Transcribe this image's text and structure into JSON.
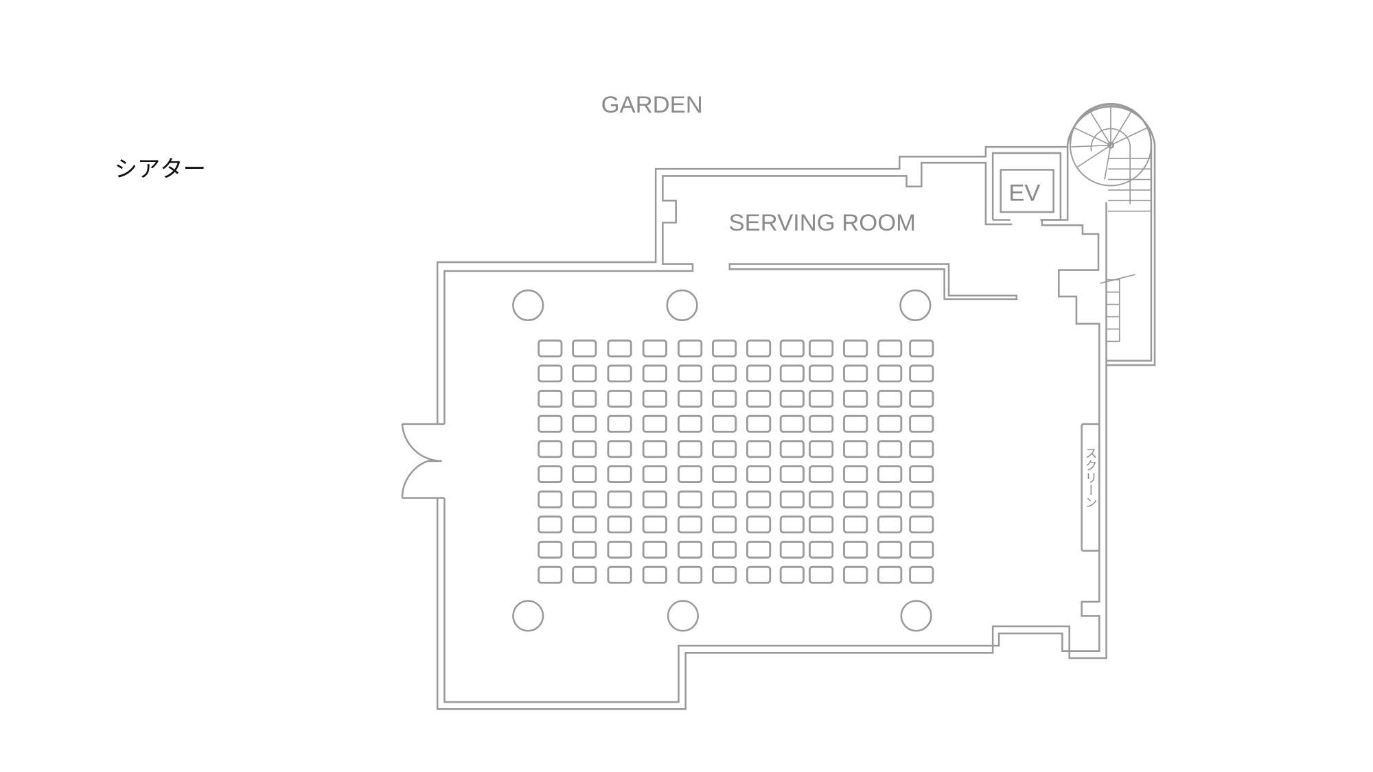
{
  "title": "シアター",
  "labels": {
    "garden": "GARDEN",
    "serving_room": "SERVING ROOM",
    "elevator": "EV",
    "screen": "スクリーン"
  },
  "layout": {
    "style": "theater",
    "seat_rows": 10,
    "seat_columns": 12,
    "pillars": 6
  },
  "colors": {
    "line": "#9a9a9a",
    "label": "#8a8a8a",
    "title": "#111111"
  }
}
